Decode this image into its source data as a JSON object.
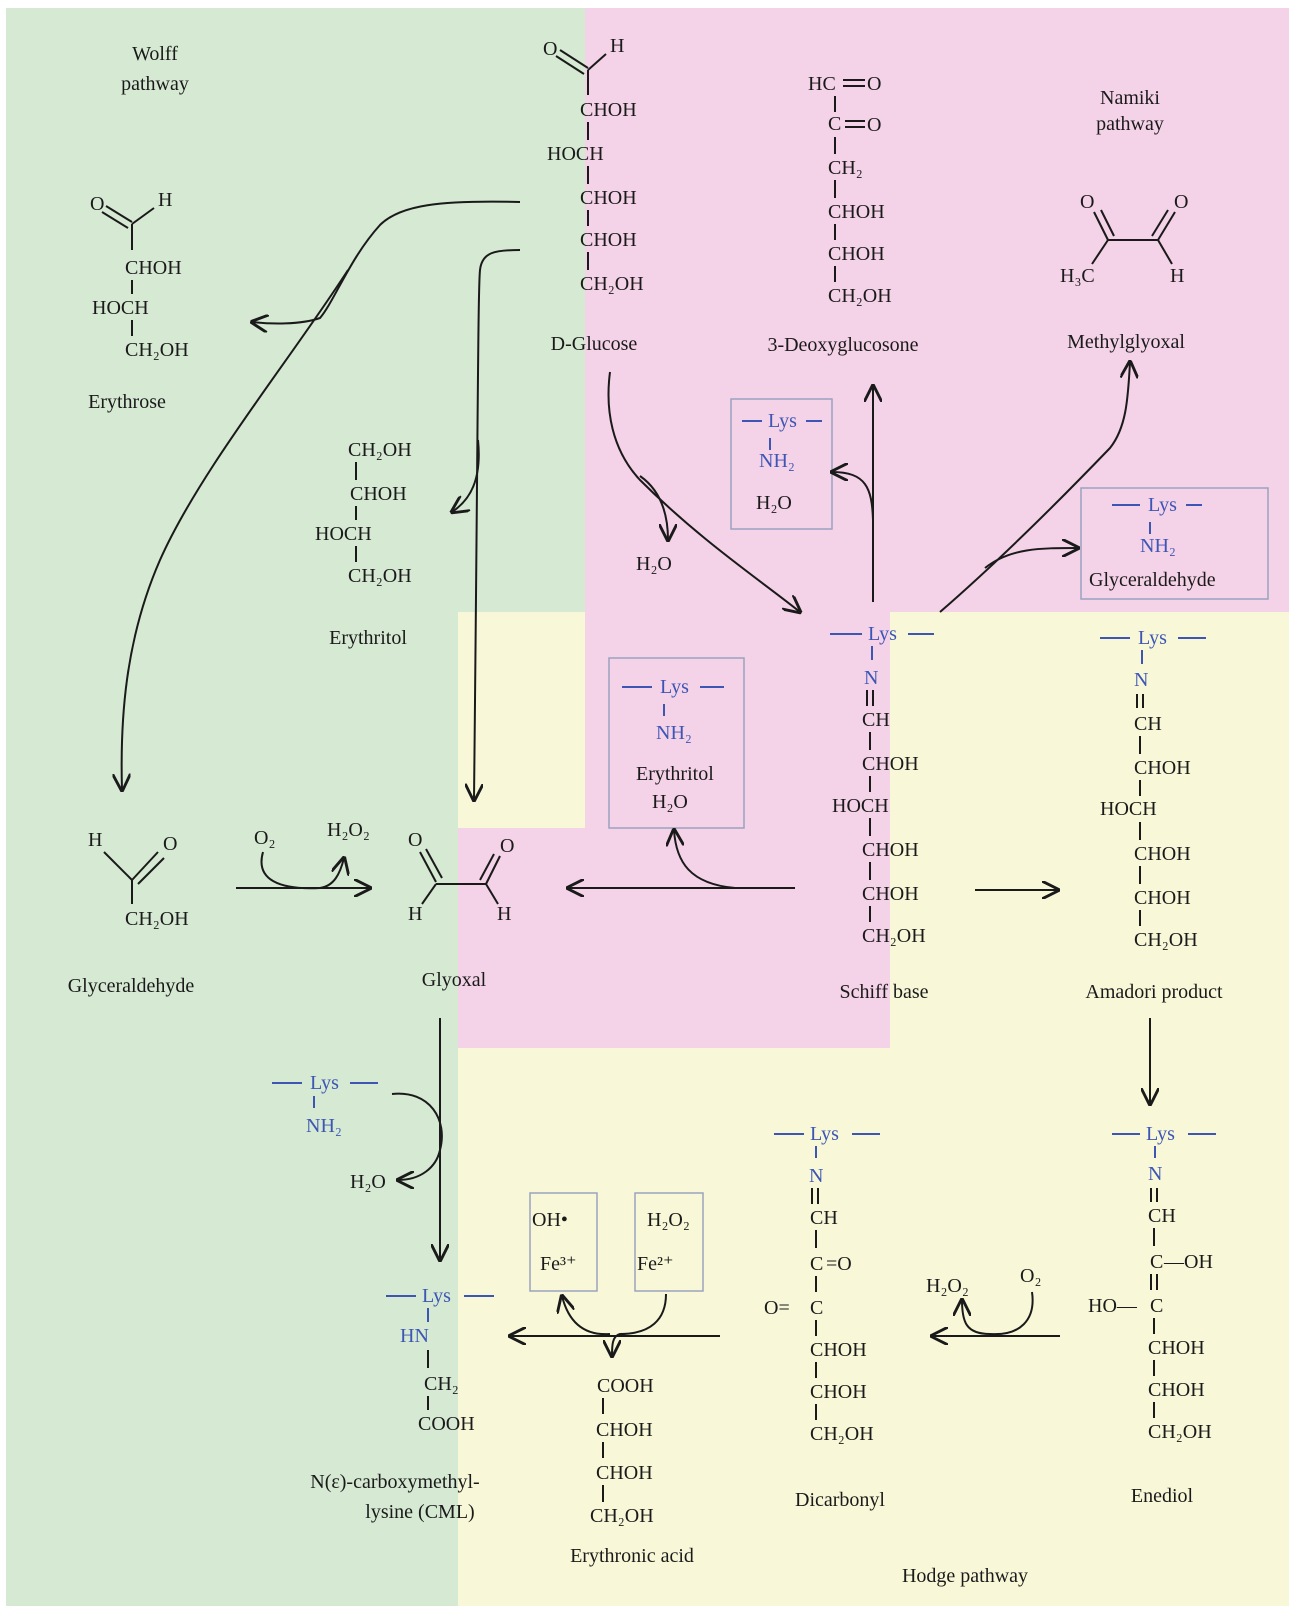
{
  "colors": {
    "wolff_region": "#d5e9d3",
    "namiki_region": "#f4d2e8",
    "hodge_region": "#f8f8d9",
    "lysine_blue": "#3d56b4",
    "box_border": "#9aa2bd"
  },
  "pathways": {
    "wolff": [
      "Wolff",
      "pathway"
    ],
    "namiki": [
      "Namiki",
      "pathway"
    ],
    "hodge": "Hodge pathway"
  },
  "compounds": {
    "d_glucose": "D-Glucose",
    "deoxyglucosone": "3-Deoxyglucosone",
    "methylglyoxal": "Methylglyoxal",
    "erythrose": "Erythrose",
    "erythritol": "Erythritol",
    "glyceraldehyde": "Glyceraldehyde",
    "glyoxal": "Glyoxal",
    "schiff_base": "Schiff base",
    "amadori": "Amadori product",
    "enediol": "Enediol",
    "dicarbonyl": "Dicarbonyl",
    "erythronic_acid": "Erythronic acid",
    "cml": [
      "N(ε)-carboxymethyl-",
      "lysine (CML)"
    ]
  },
  "groups": {
    "lys": "Lys",
    "n": "N",
    "nh2": "NH₂",
    "hn": "HN",
    "ch": "CH",
    "chohh": "CHOH",
    "hoch": "HOCH",
    "ch2oh": "CH₂OH",
    "ch2": "CH₂",
    "cooh": "COOH",
    "h": "H",
    "o": "O",
    "c": "C",
    "hc_o": "HC",
    "h3c": "H₃C",
    "c_oh": "C",
    "oh_suffix": "—OH",
    "ho_prefix": "HO—",
    "eq_o": "=O",
    "o_eq": "O="
  },
  "reagents": {
    "water": "H₂O",
    "o2": "O₂",
    "h2o2": "H₂O₂",
    "oh_radical": "OH•",
    "fe3": "Fe³⁺",
    "fe2": "Fe²⁺",
    "box_glyceraldehyde": "Glyceraldehyde",
    "box_erythritol": "Erythritol"
  }
}
